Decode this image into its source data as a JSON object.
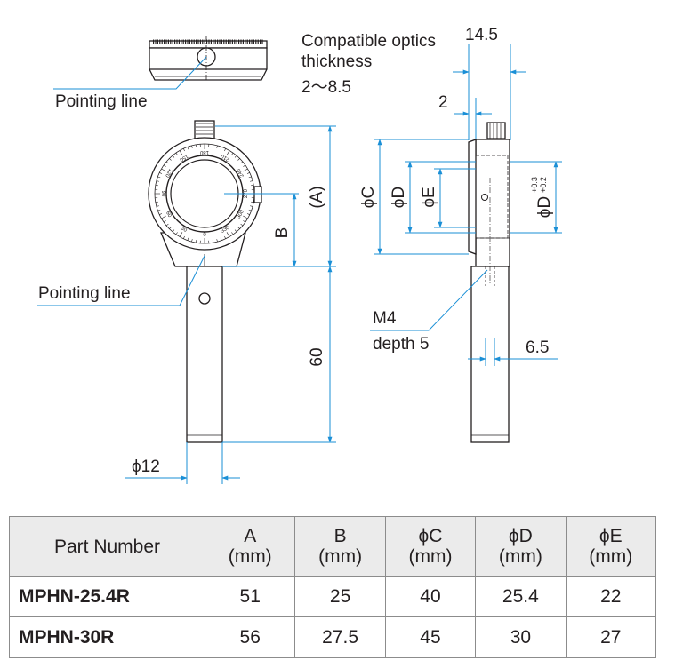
{
  "labels": {
    "pointing_line_top": "Pointing line",
    "pointing_line_front": "Pointing line",
    "compatible_line1": "Compatible optics",
    "compatible_line2": "thickness",
    "compatible_range": "2〜8.5",
    "m4": "M4",
    "depth": "depth 5"
  },
  "dimensions": {
    "d14_5": "14.5",
    "d2": "2",
    "A": "(A)",
    "B": "B",
    "d60": "60",
    "phi12": "ϕ12",
    "phiC": "ϕC",
    "phiD": "ϕD",
    "phiE": "ϕE",
    "phiD_tol": "ϕD",
    "tol_upper": "+0.3",
    "tol_lower": "+0.2",
    "d6_5": "6.5"
  },
  "scale_ticks": [
    "0",
    "30",
    "60",
    "90",
    "120",
    "150",
    "180",
    "210",
    "240",
    "270",
    "300",
    "330"
  ],
  "table": {
    "headers": [
      {
        "line1": "Part Number",
        "line2": ""
      },
      {
        "line1": "A",
        "line2": "(mm)"
      },
      {
        "line1": "B",
        "line2": "(mm)"
      },
      {
        "line1": "ϕC",
        "line2": "(mm)"
      },
      {
        "line1": "ϕD",
        "line2": "(mm)"
      },
      {
        "line1": "ϕE",
        "line2": "(mm)"
      }
    ],
    "rows": [
      {
        "part": "MPHN-25.4R",
        "A": "51",
        "B": "25",
        "C": "40",
        "D": "25.4",
        "E": "22"
      },
      {
        "part": "MPHN-30R",
        "A": "56",
        "B": "27.5",
        "C": "45",
        "D": "30",
        "E": "27"
      }
    ]
  },
  "colors": {
    "line": "#231f20",
    "dimension_line": "#1a8fd6",
    "table_header_bg": "#ebebeb",
    "table_border": "#8c8c8c"
  }
}
